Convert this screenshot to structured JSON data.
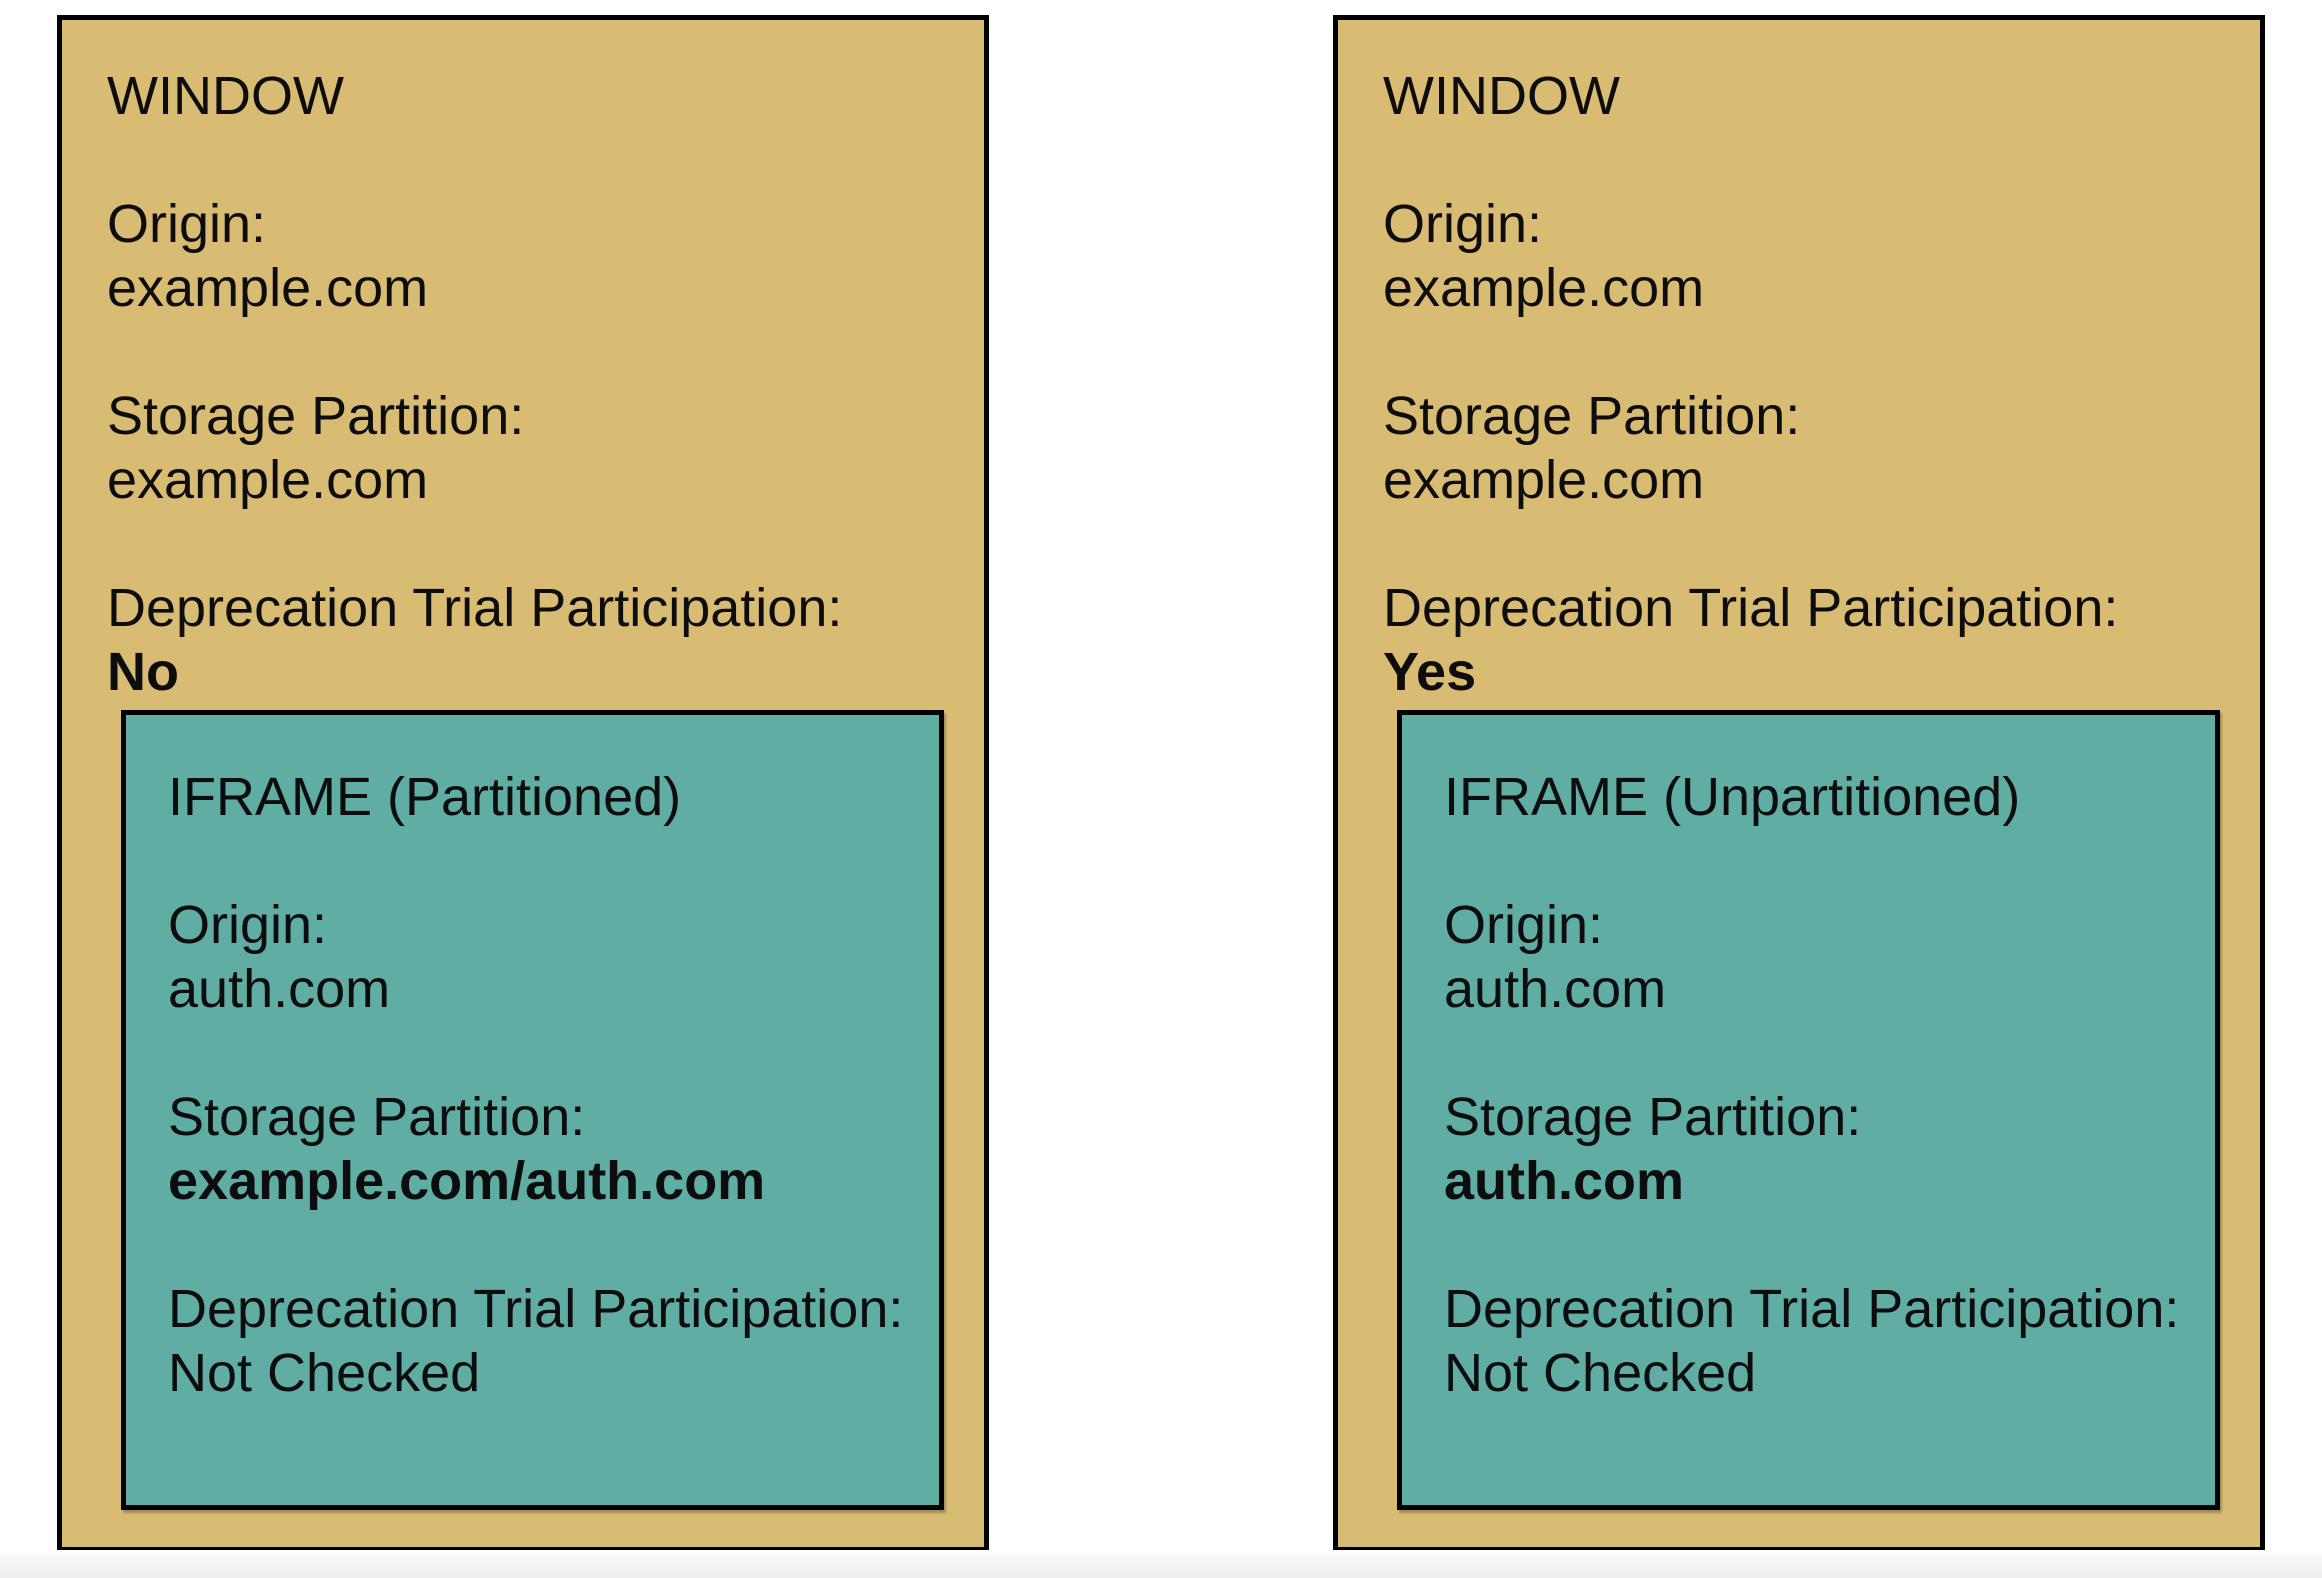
{
  "windows": [
    {
      "title": "WINDOW",
      "origin": {
        "label": "Origin:",
        "value": "example.com"
      },
      "storage": {
        "label": "Storage Partition:",
        "value": "example.com"
      },
      "trial": {
        "label": "Deprecation Trial Participation:",
        "value": "No"
      },
      "iframe": {
        "title": "IFRAME (Partitioned)",
        "origin": {
          "label": "Origin:",
          "value": "auth.com"
        },
        "storage": {
          "label": "Storage Partition:",
          "value": "example.com/auth.com"
        },
        "trial": {
          "label": "Deprecation Trial Participation:",
          "value": "Not Checked"
        }
      }
    },
    {
      "title": "WINDOW",
      "origin": {
        "label": "Origin:",
        "value": "example.com"
      },
      "storage": {
        "label": "Storage Partition:",
        "value": "example.com"
      },
      "trial": {
        "label": "Deprecation Trial Participation:",
        "value": "Yes"
      },
      "iframe": {
        "title": "IFRAME (Unpartitioned)",
        "origin": {
          "label": "Origin:",
          "value": "auth.com"
        },
        "storage": {
          "label": "Storage Partition:",
          "value": "auth.com"
        },
        "trial": {
          "label": "Deprecation Trial Participation:",
          "value": "Not Checked"
        }
      }
    }
  ],
  "colors": {
    "window_bg": "#d9bc74",
    "iframe_bg": "#5fada3",
    "border": "#000000",
    "text": "#0d0d0d"
  }
}
